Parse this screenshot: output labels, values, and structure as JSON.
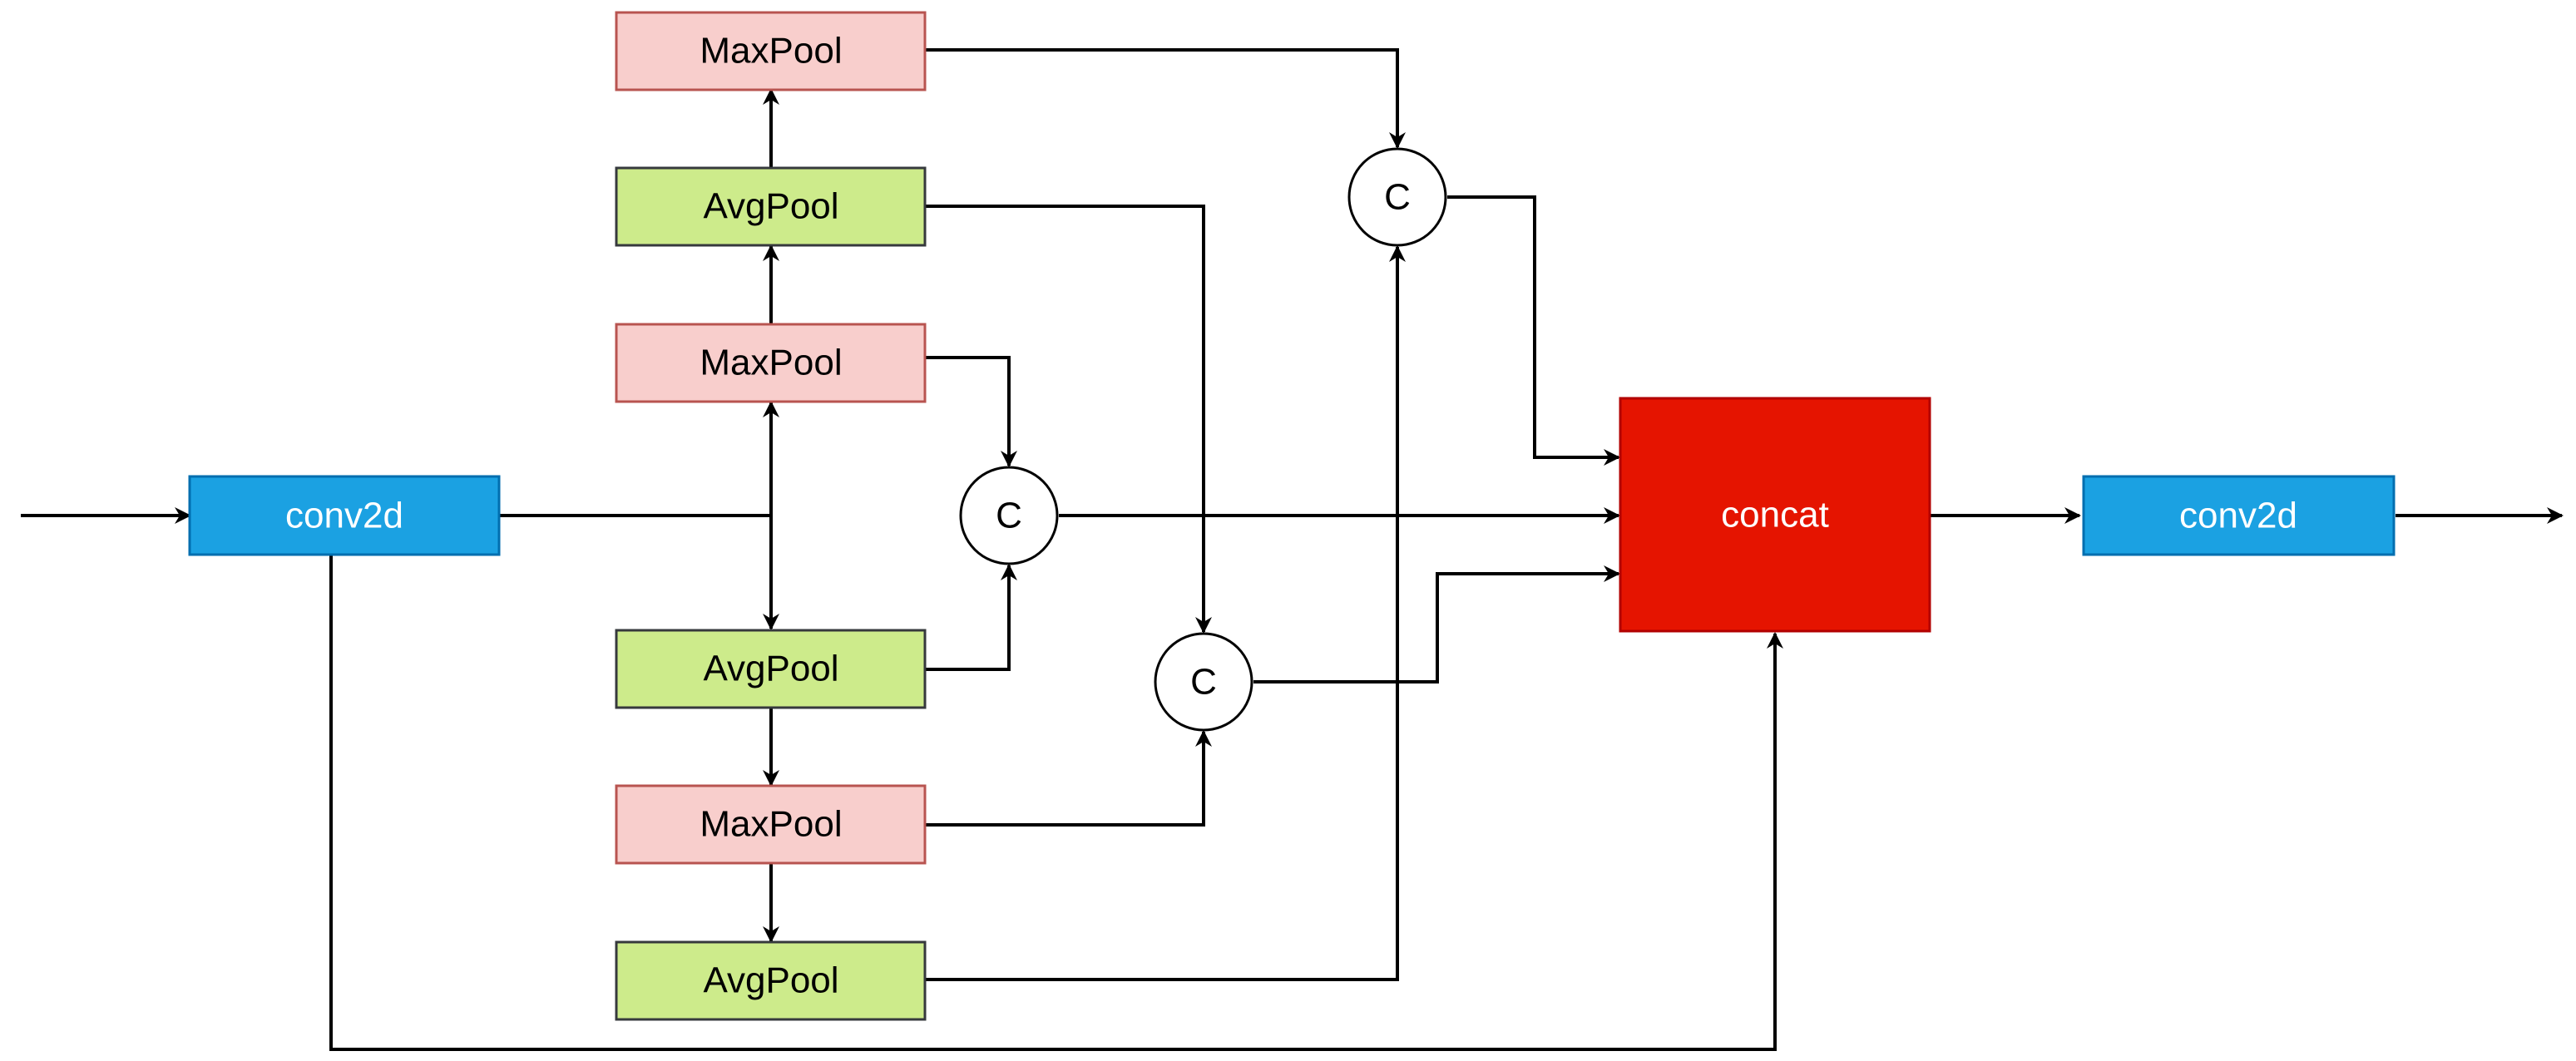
{
  "colors": {
    "conv": "#1ba1e2",
    "conv_border": "#006eaf",
    "maxpool": "#f8cecc",
    "maxpool_border": "#b85450",
    "avgpool": "#cdeb8b",
    "avgpool_border": "#36393d",
    "concat": "#e51400",
    "concat_border": "#b20000",
    "line": "#000000"
  },
  "nodes": {
    "conv_in": "conv2d",
    "conv_out": "conv2d",
    "concat": "concat",
    "maxpool_top": "MaxPool",
    "avgpool_top": "AvgPool",
    "maxpool_mid": "MaxPool",
    "avgpool_mid": "AvgPool",
    "maxpool_low": "MaxPool",
    "avgpool_low": "AvgPool",
    "c_top": "C",
    "c_mid": "C",
    "c_low": "C"
  }
}
